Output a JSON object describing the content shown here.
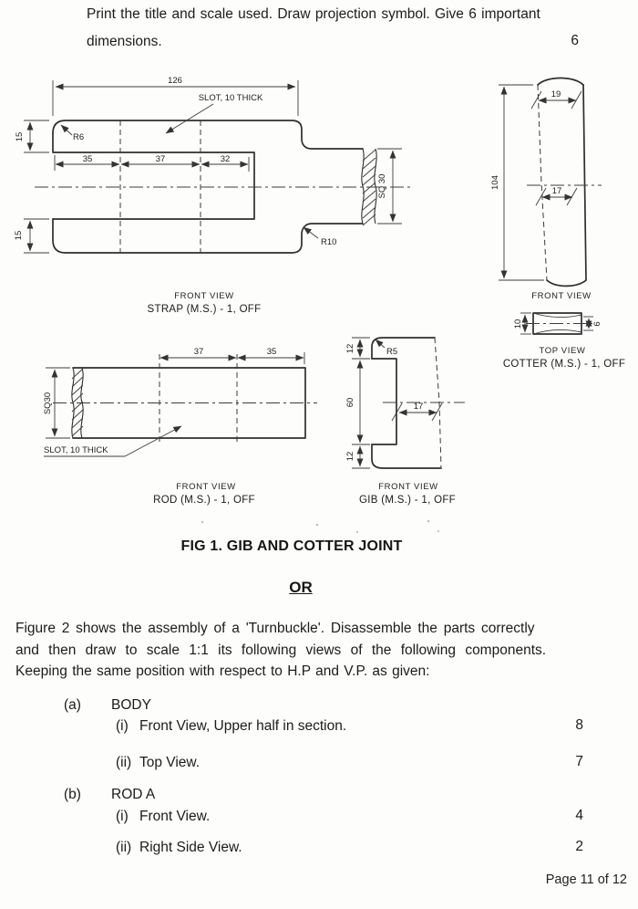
{
  "page": {
    "heading_line1": "Print the title and scale used. Draw projection symbol. Give 6 important",
    "heading_line2": "dimensions.",
    "heading_marks": "6",
    "fig_caption": "FIG 1. GIB AND COTTER JOINT",
    "or_text": "OR",
    "para_line1": "Figure 2 shows the assembly of a 'Turnbuckle'. Disassemble the parts correctly",
    "para_line2": "and then draw to scale 1:1 its following views of the following components.",
    "para_line3": "Keeping the same position with respect to H.P and V.P. as given:",
    "footer": "Page 11 of 12"
  },
  "items": {
    "a_label": "(a)",
    "a_title": "BODY",
    "a_i_num": "(i)",
    "a_i_text": "Front View, Upper half in section.",
    "a_i_marks": "8",
    "a_ii_num": "(ii)",
    "a_ii_text": "Top View.",
    "a_ii_marks": "7",
    "b_label": "(b)",
    "b_title": "ROD A",
    "b_i_num": "(i)",
    "b_i_text": "Front View.",
    "b_i_marks": "4",
    "b_ii_num": "(ii)",
    "b_ii_text": "Right Side View.",
    "b_ii_marks": "2"
  },
  "strap": {
    "dim_126": "126",
    "slot_label": "SLOT, 10 THICK",
    "r6": "R6",
    "dim_35": "35",
    "dim_37": "37",
    "dim_32": "32",
    "dim_15_top": "15",
    "dim_15_bottom": "15",
    "sq30": "SQ 30",
    "r10": "R10",
    "view_label": "FRONT VIEW",
    "part_label": "STRAP (M.S.) - 1, OFF"
  },
  "rod": {
    "dim_37": "37",
    "dim_35": "35",
    "sq30": "SQ30",
    "slot_label": "SLOT, 10 THICK",
    "view_label": "FRONT VIEW",
    "part_label": "ROD (M.S.) - 1, OFF"
  },
  "gib": {
    "dim_12_top": "12",
    "dim_60": "60",
    "dim_12_bottom": "12",
    "dim_17": "17",
    "r5": "R5",
    "view_label": "FRONT VIEW",
    "part_label": "GIB (M.S.) - 1, OFF"
  },
  "cotter": {
    "dim_104": "104",
    "dim_19": "19",
    "dim_17": "17",
    "front_view_label": "FRONT VIEW",
    "dim_10": "10",
    "dim_6": "6",
    "top_view_label": "TOP VIEW",
    "part_label": "COTTER (M.S.) - 1, OFF"
  },
  "colors": {
    "ink": "#1d1d1d",
    "line": "#2e2e2e",
    "paper": "#fdfdfc"
  }
}
